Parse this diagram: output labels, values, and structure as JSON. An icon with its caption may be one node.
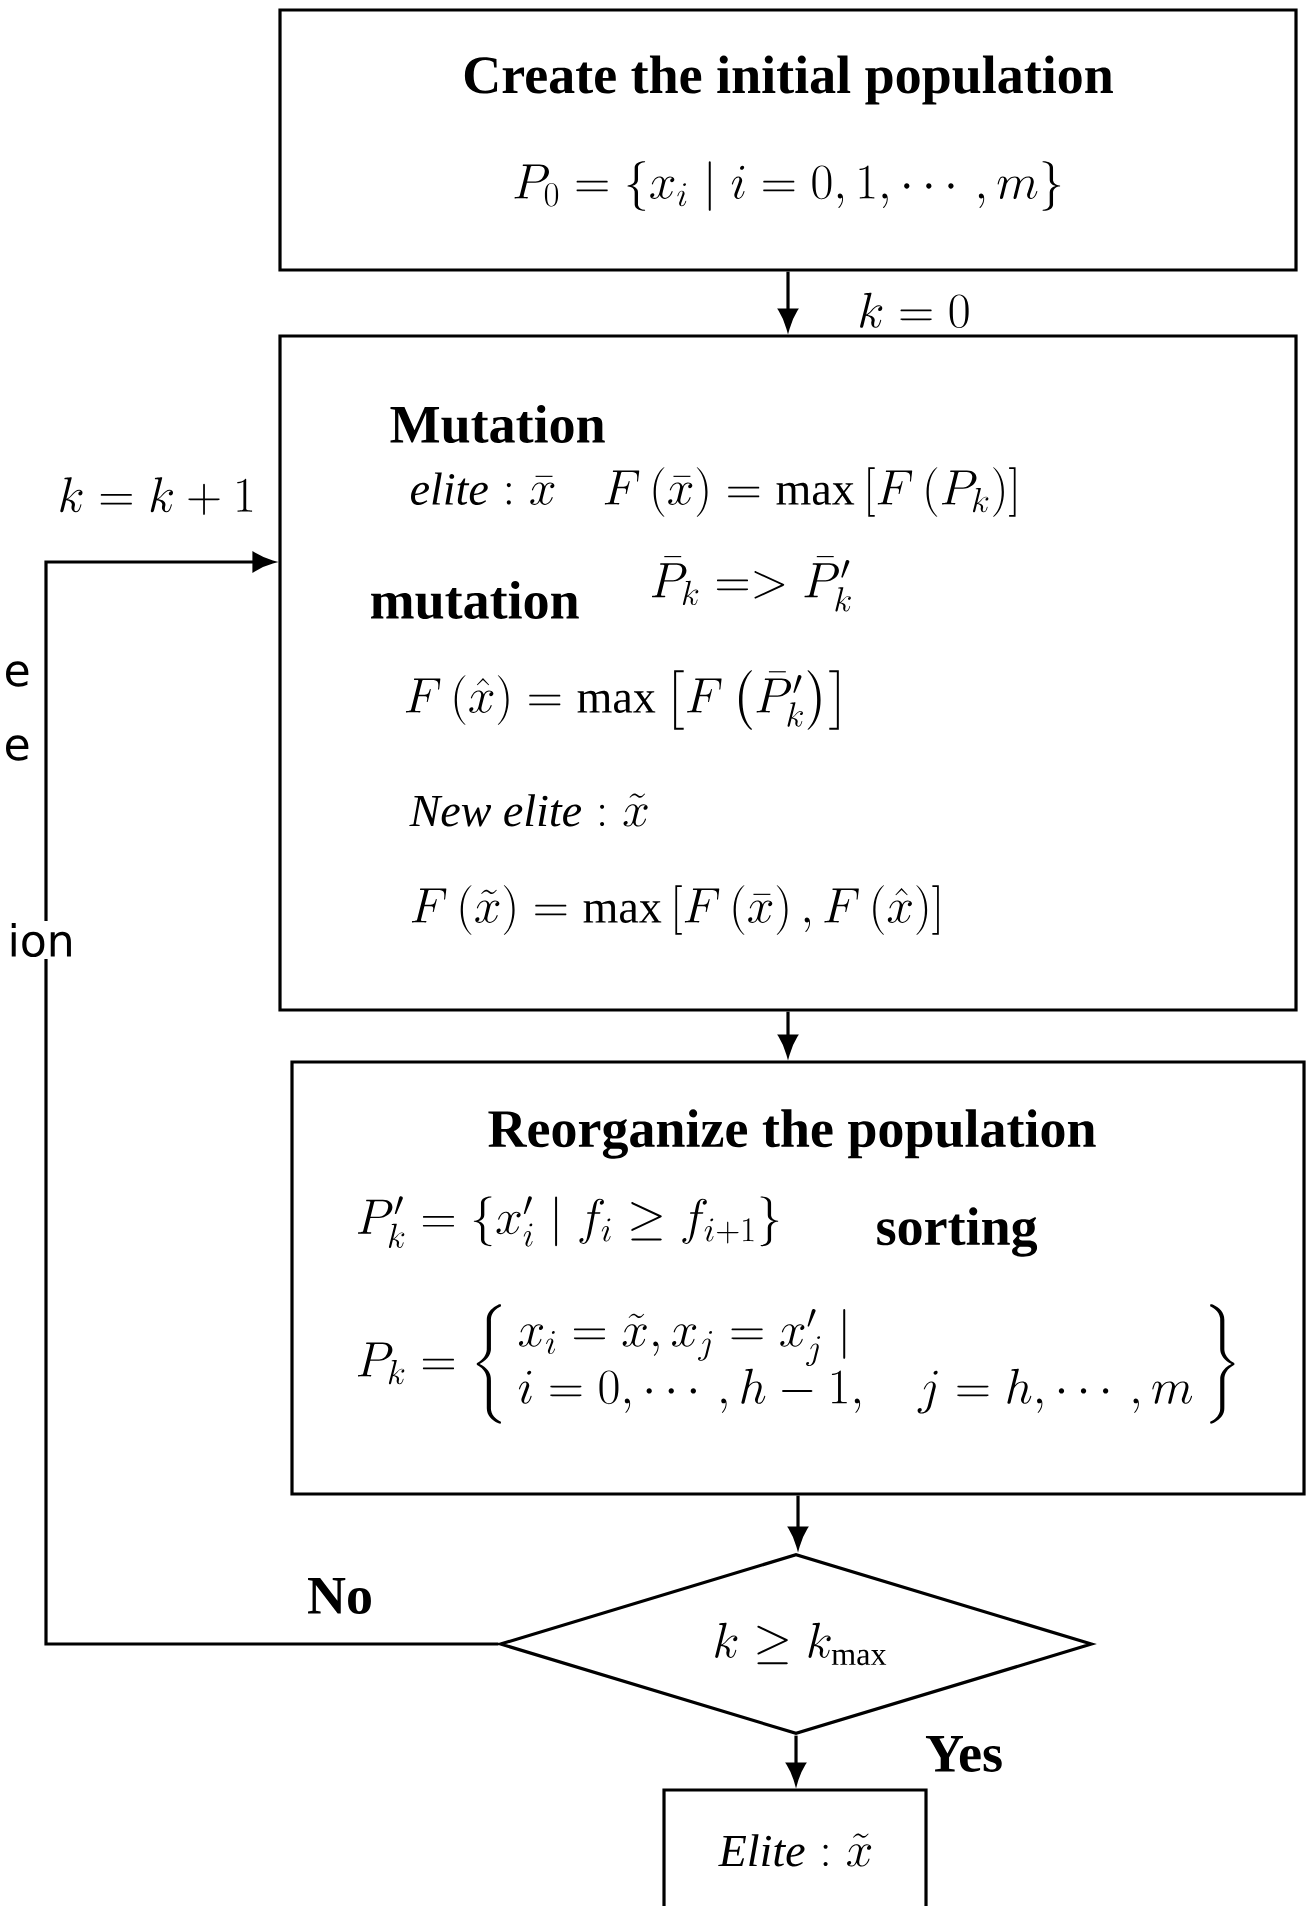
{
  "diagram": {
    "nodes": [
      {
        "text": [
          "Create the initial population",
          "P_0=\\left\\{x_i\\mid i=0,1,\\cdots,m\\right\\}"
        ]
      },
      {
        "text": [
          "Mutation",
          "\\mathit{elite}:\\bar{x}\\quad F\\left(\\bar{x}\\right)=\\max\\left[F\\left(P_k\\right)\\right]",
          "mutation",
          "\\bar{P}_k => \\bar{P}'_k",
          "F\\left(\\hat{x}\\right)=\\max\\left[F\\left(\\bar{P}'_k\\right)\\right]",
          "\\mathit{New\\ elite}:\\tilde{x}",
          "F\\left(\\tilde{x}\\right)=\\max\\left[F\\left(\\bar{x}\\right),F\\left(\\hat{x}\\right)\\right]"
        ]
      },
      {
        "text": [
          "Reorganize the population",
          "P'_k=\\left\\{x'_i\\mid f_i\\geq f_{i+1}\\right\\}",
          "sorting",
          "P_k=\\left\\{\\begin{array}{l}x_i=\\tilde{x},x_j=x'_j\\mid\\\\ i=0,\\cdots,h-1,\\quad j=h,\\cdots,m\\end{array}\\right\\}"
        ]
      },
      {
        "text": [
          "k\\geq k_{\\max}"
        ]
      },
      {
        "text": [
          "\\mathit{Elite}:\\tilde{x}"
        ]
      }
    ],
    "edges": [
      {
        "from": 0,
        "to": 1,
        "arrow": "to",
        "label": "k=0"
      },
      {
        "from": 1,
        "to": 2,
        "arrow": "to"
      },
      {
        "from": 2,
        "to": 3,
        "arrow": "to"
      },
      {
        "from": 3,
        "to": 4,
        "arrow": "to",
        "label": "Yes"
      },
      {
        "from": 3,
        "to": 1,
        "arrow": "to",
        "label": "No"
      }
    ],
    "labels": [
      "k=k+1",
      "e",
      "e",
      "ion"
    ]
  }
}
